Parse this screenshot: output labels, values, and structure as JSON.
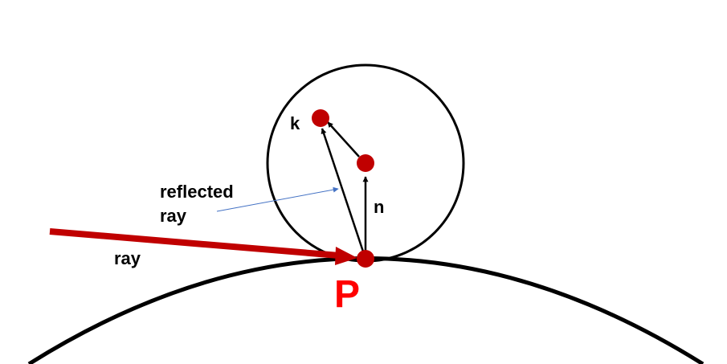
{
  "labels": {
    "point": "P",
    "normal": "n",
    "sample": "k",
    "incoming": "ray",
    "reflected_line1": "reflected",
    "reflected_line2": "ray"
  },
  "colors": {
    "background": "#ffffff",
    "line": "#000000",
    "ray": "#c00000",
    "point": "#c00000",
    "point_label": "#ff0000",
    "pointer": "#4472c4"
  }
}
